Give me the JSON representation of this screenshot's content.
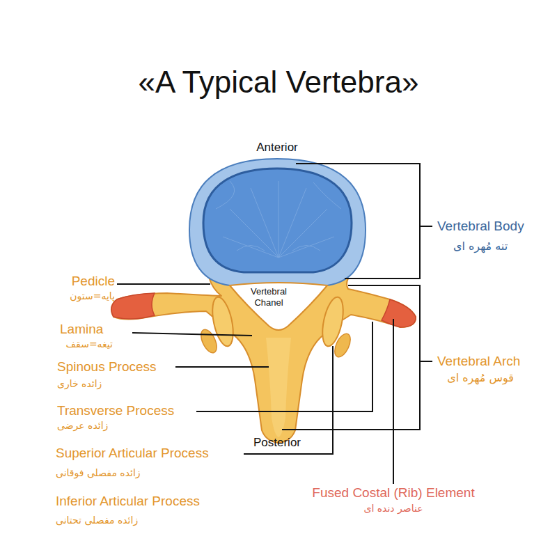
{
  "diagram": {
    "title": "«A Typical Vertebra»",
    "labels": [
      "Anterior",
      "Vertebral Body",
      "تنه مُهره ای",
      "Pedicle",
      "پایه=ستون",
      "Vertebral Chanel",
      "Lamina",
      "تیغه=سقف",
      "Vertebral Arch",
      "قوس مُهره ای",
      "Spinous Process",
      "زائده خاری",
      "Transverse Process",
      "زائده عرضی",
      "Superior Articular Process",
      "Posterior",
      "زائده مفصلی فوقانی",
      "Inferior Articular Process",
      "زائده مفصلی تحتانی",
      "Fused Costal (Rib) Element",
      "عناصر دنده ای"
    ]
  }
}
